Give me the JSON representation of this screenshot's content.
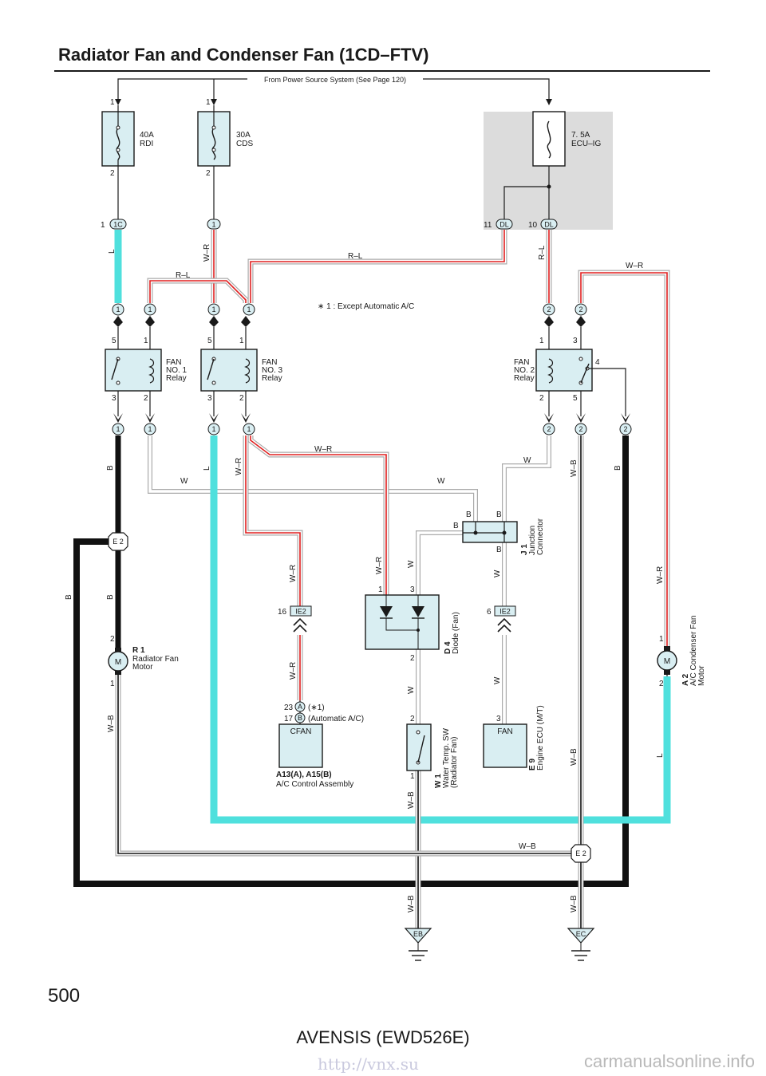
{
  "title": "Radiator Fan and Condenser Fan (1CD–FTV)",
  "page_number": "500",
  "footer": "AVENSIS (EWD526E)",
  "watermark_left": "http://vnx.su",
  "watermark_right": "carmanualsonline.info",
  "power_source_note": "From Power Source System (See Page 120)",
  "footnote": "∗ 1 : Except Automatic A/C",
  "fuses": {
    "rdi": {
      "rating": "40A",
      "name": "RDI"
    },
    "cds": {
      "rating": "30A",
      "name": "CDS"
    },
    "ecu_ig": {
      "rating": "7. 5A",
      "name": "ECU–IG"
    }
  },
  "relays": {
    "fan1": [
      "FAN",
      "NO. 1",
      "Relay"
    ],
    "fan3": [
      "FAN",
      "NO. 3",
      "Relay"
    ],
    "fan2": [
      "FAN",
      "NO. 2",
      "Relay"
    ]
  },
  "connectors": {
    "c1c": "1C",
    "dl": "DL",
    "ie2": "IE2",
    "e2": "E 2",
    "a": "A",
    "b": "B",
    "eb": "EB",
    "ec": "EC"
  },
  "components": {
    "r1": {
      "code": "R 1",
      "line1": "Radiator Fan",
      "line2": "Motor"
    },
    "a2": {
      "code": "A 2",
      "line1": "A/C Condenser Fan",
      "line2": "Motor"
    },
    "d4": {
      "code": "D 4",
      "line1": "Diode (Fan)"
    },
    "j1": {
      "code": "J 1",
      "line1": "Junction",
      "line2": "Connector"
    },
    "w1": {
      "code": "W 1",
      "line1": "Water Temp.  SW",
      "line2": "(Radiator Fan)"
    },
    "e9": {
      "code": "E 9",
      "line1": "Engine ECU (M/T)"
    },
    "a13": {
      "code": "A13(A), A15(B)",
      "line1": "A/C Control Assembly"
    },
    "cfan": "CFAN",
    "fan": "FAN",
    "motor": "M",
    "conn_a_note": "(∗1)",
    "conn_b_note": "(Automatic A/C)"
  },
  "wire_colors": {
    "L": "L",
    "B": "B",
    "W": "W",
    "RL": "R–L",
    "WR": "W–R",
    "WB": "W–B"
  },
  "pins": {
    "p1": "1",
    "p2": "2",
    "p3": "3",
    "p4": "4",
    "p5": "5",
    "p6": "6",
    "p10": "10",
    "p11": "11",
    "p16": "16",
    "p17": "17",
    "p23": "23"
  },
  "colors": {
    "cyan": "#4fe0dd",
    "red": "#e02020",
    "component_fill": "#d9eef2",
    "shaded_area": "#dcdcdc"
  }
}
